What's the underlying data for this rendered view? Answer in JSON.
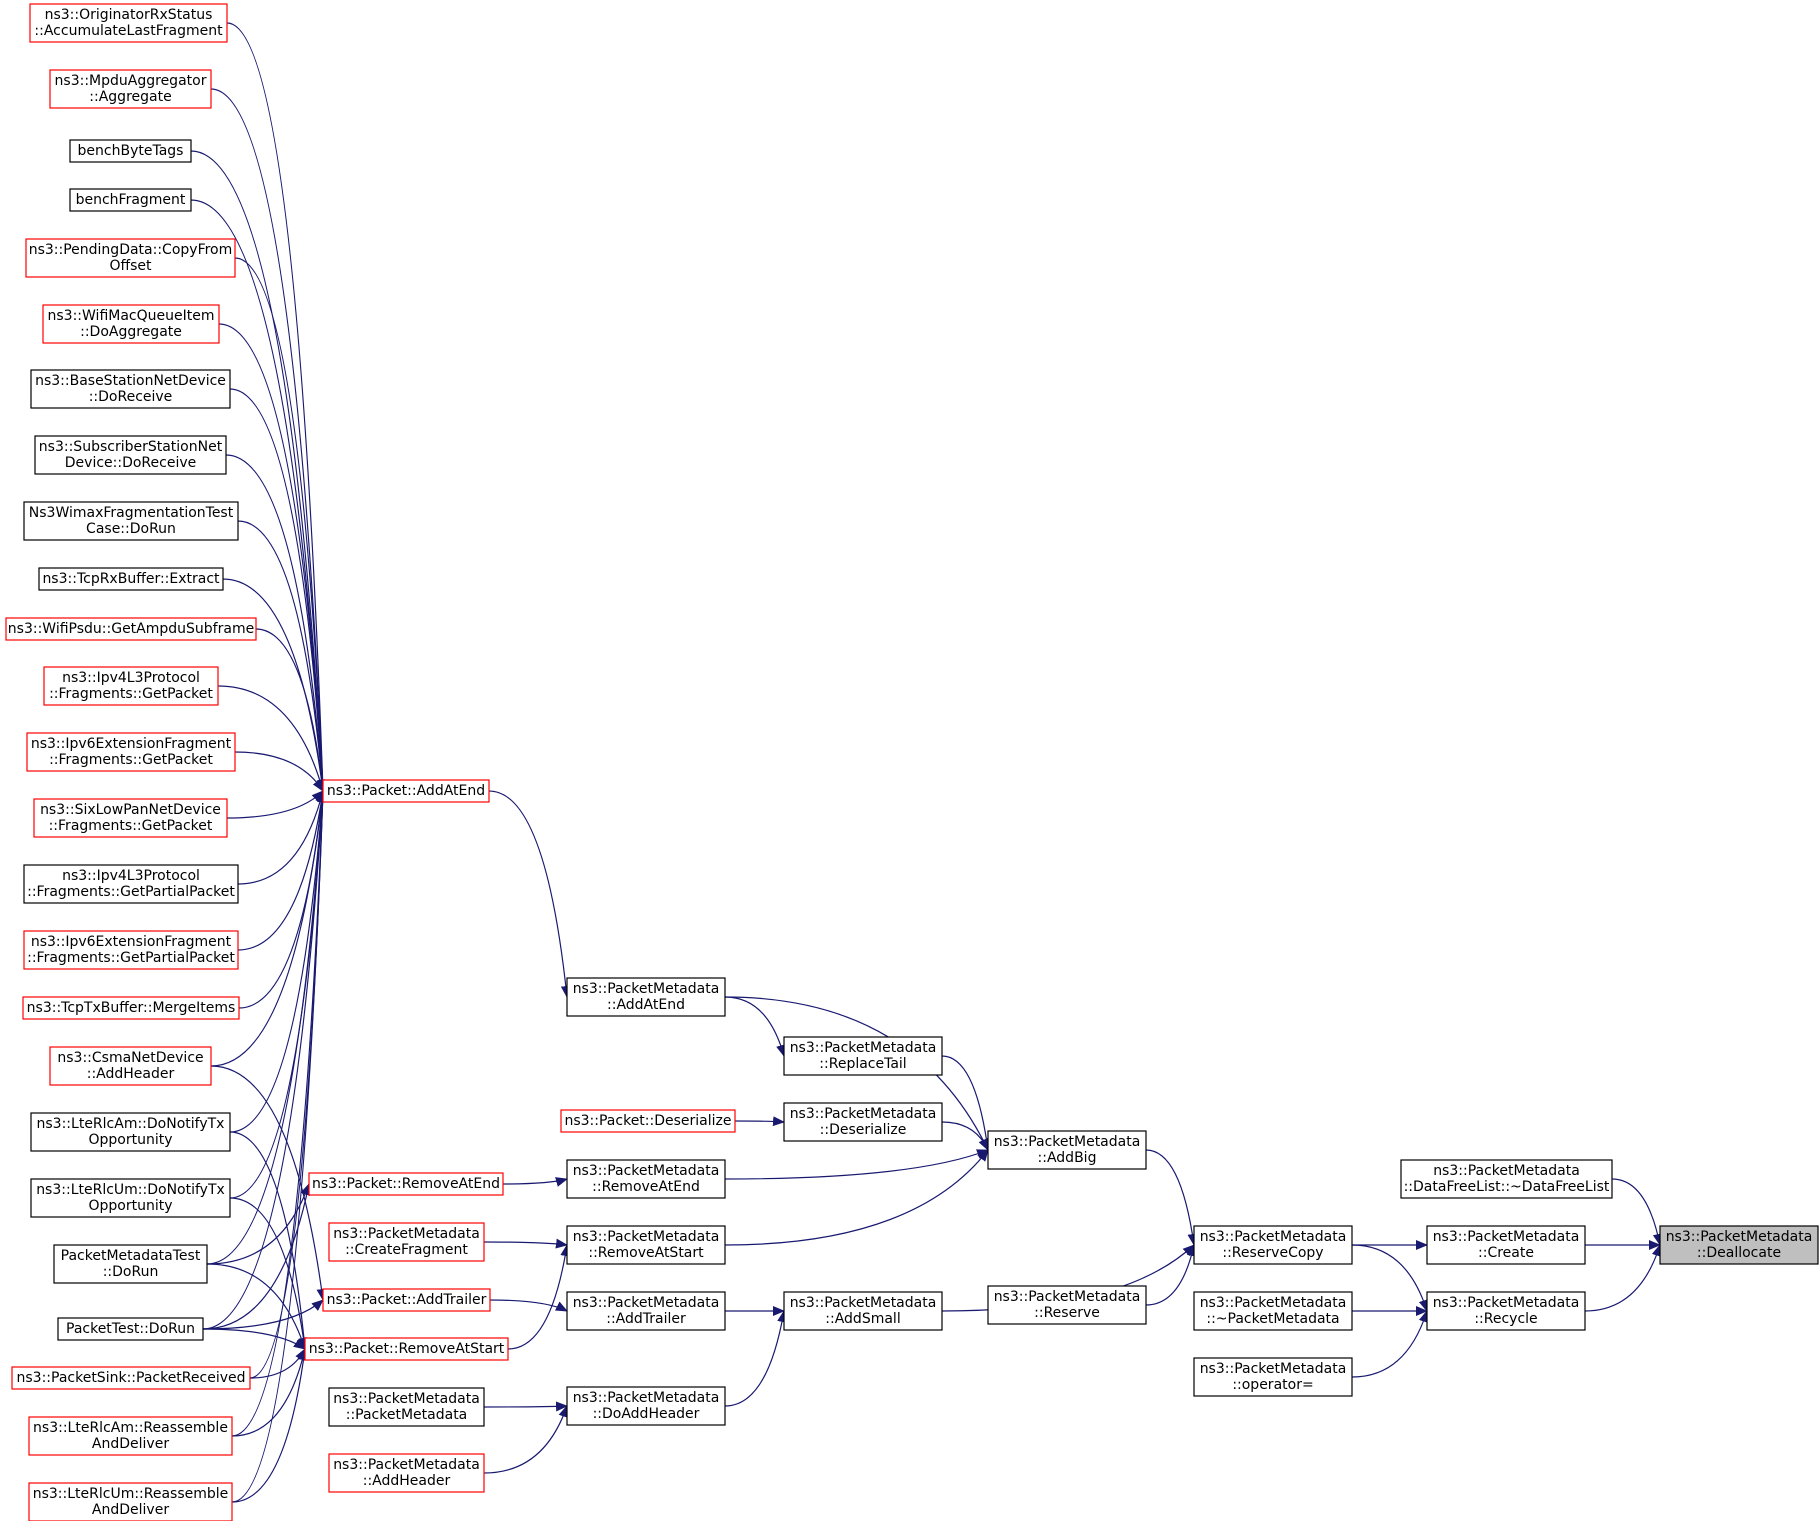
{
  "colors": {
    "edge": "#191970",
    "border_default": "#000000",
    "border_truncated": "#ff0000",
    "node_fill": "#ffffff",
    "focus_fill": "#bfbfbf"
  },
  "nodes": {
    "originator": {
      "lines": [
        "ns3::OriginatorRxStatus",
        "::AccumulateLastFragment"
      ],
      "style": "truncated"
    },
    "mpduagg": {
      "lines": [
        "ns3::MpduAggregator",
        "::Aggregate"
      ],
      "style": "truncated"
    },
    "benchbyte": {
      "lines": [
        "benchByteTags"
      ],
      "style": "normal"
    },
    "benchfrag": {
      "lines": [
        "benchFragment"
      ],
      "style": "normal"
    },
    "pendingdata": {
      "lines": [
        "ns3::PendingData::CopyFrom",
        "Offset"
      ],
      "style": "truncated"
    },
    "wifimacq": {
      "lines": [
        "ns3::WifiMacQueueItem",
        "::DoAggregate"
      ],
      "style": "truncated"
    },
    "basestation": {
      "lines": [
        "ns3::BaseStationNetDevice",
        "::DoReceive"
      ],
      "style": "normal"
    },
    "subscriber": {
      "lines": [
        "ns3::SubscriberStationNet",
        "Device::DoReceive"
      ],
      "style": "normal"
    },
    "wimaxfrag": {
      "lines": [
        "Ns3WimaxFragmentationTest",
        "Case::DoRun"
      ],
      "style": "normal"
    },
    "tcprx": {
      "lines": [
        "ns3::TcpRxBuffer::Extract"
      ],
      "style": "normal"
    },
    "wifipsdu": {
      "lines": [
        "ns3::WifiPsdu::GetAmpduSubframe"
      ],
      "style": "truncated"
    },
    "ipv4getpkt": {
      "lines": [
        "ns3::Ipv4L3Protocol",
        "::Fragments::GetPacket"
      ],
      "style": "truncated"
    },
    "ipv6getpkt": {
      "lines": [
        "ns3::Ipv6ExtensionFragment",
        "::Fragments::GetPacket"
      ],
      "style": "truncated"
    },
    "sixlowpan": {
      "lines": [
        "ns3::SixLowPanNetDevice",
        "::Fragments::GetPacket"
      ],
      "style": "truncated"
    },
    "ipv4partial": {
      "lines": [
        "ns3::Ipv4L3Protocol",
        "::Fragments::GetPartialPacket"
      ],
      "style": "normal"
    },
    "ipv6partial": {
      "lines": [
        "ns3::Ipv6ExtensionFragment",
        "::Fragments::GetPartialPacket"
      ],
      "style": "truncated"
    },
    "tcptx": {
      "lines": [
        "ns3::TcpTxBuffer::MergeItems"
      ],
      "style": "truncated"
    },
    "csma": {
      "lines": [
        "ns3::CsmaNetDevice",
        "::AddHeader"
      ],
      "style": "truncated"
    },
    "ltermam": {
      "lines": [
        "ns3::LteRlcAm::DoNotifyTx",
        "Opportunity"
      ],
      "style": "normal"
    },
    "ltermum": {
      "lines": [
        "ns3::LteRlcUm::DoNotifyTx",
        "Opportunity"
      ],
      "style": "normal"
    },
    "pmtest": {
      "lines": [
        "PacketMetadataTest",
        "::DoRun"
      ],
      "style": "normal"
    },
    "packettest": {
      "lines": [
        "PacketTest::DoRun"
      ],
      "style": "normal"
    },
    "packetsink": {
      "lines": [
        "ns3::PacketSink::PacketReceived"
      ],
      "style": "truncated"
    },
    "lteamreasm": {
      "lines": [
        "ns3::LteRlcAm::Reassemble",
        "AndDeliver"
      ],
      "style": "truncated"
    },
    "lteumreasm": {
      "lines": [
        "ns3::LteRlcUm::Reassemble",
        "AndDeliver"
      ],
      "style": "truncated"
    },
    "addatend": {
      "lines": [
        "ns3::Packet::AddAtEnd"
      ],
      "style": "truncated"
    },
    "removeatend": {
      "lines": [
        "ns3::Packet::RemoveAtEnd"
      ],
      "style": "truncated"
    },
    "createfrag": {
      "lines": [
        "ns3::PacketMetadata",
        "::CreateFragment"
      ],
      "style": "truncated"
    },
    "addtrailer": {
      "lines": [
        "ns3::Packet::AddTrailer"
      ],
      "style": "truncated"
    },
    "removeatstart": {
      "lines": [
        "ns3::Packet::RemoveAtStart"
      ],
      "style": "truncated"
    },
    "pmctor": {
      "lines": [
        "ns3::PacketMetadata",
        "::PacketMetadata"
      ],
      "style": "normal"
    },
    "pmaddheader": {
      "lines": [
        "ns3::PacketMetadata",
        "::AddHeader"
      ],
      "style": "truncated"
    },
    "deserialize": {
      "lines": [
        "ns3::Packet::Deserialize"
      ],
      "style": "truncated"
    },
    "pmaddatend": {
      "lines": [
        "ns3::PacketMetadata",
        "::AddAtEnd"
      ],
      "style": "normal"
    },
    "pmremoveatend": {
      "lines": [
        "ns3::PacketMetadata",
        "::RemoveAtEnd"
      ],
      "style": "normal"
    },
    "pmremoveatstart": {
      "lines": [
        "ns3::PacketMetadata",
        "::RemoveAtStart"
      ],
      "style": "normal"
    },
    "pmaddtrailer": {
      "lines": [
        "ns3::PacketMetadata",
        "::AddTrailer"
      ],
      "style": "normal"
    },
    "pmdoaddheader": {
      "lines": [
        "ns3::PacketMetadata",
        "::DoAddHeader"
      ],
      "style": "normal"
    },
    "pmreplacetail": {
      "lines": [
        "ns3::PacketMetadata",
        "::ReplaceTail"
      ],
      "style": "normal"
    },
    "pmdeserialize": {
      "lines": [
        "ns3::PacketMetadata",
        "::Deserialize"
      ],
      "style": "normal"
    },
    "pmaddsmall": {
      "lines": [
        "ns3::PacketMetadata",
        "::AddSmall"
      ],
      "style": "normal"
    },
    "pmaddbig": {
      "lines": [
        "ns3::PacketMetadata",
        "::AddBig"
      ],
      "style": "normal"
    },
    "pmreserve": {
      "lines": [
        "ns3::PacketMetadata",
        "::Reserve"
      ],
      "style": "normal"
    },
    "pmreservecopy": {
      "lines": [
        "ns3::PacketMetadata",
        "::ReserveCopy"
      ],
      "style": "normal"
    },
    "pmdtor": {
      "lines": [
        "ns3::PacketMetadata",
        "::~PacketMetadata"
      ],
      "style": "normal"
    },
    "pmoperator": {
      "lines": [
        "ns3::PacketMetadata",
        "::operator="
      ],
      "style": "normal"
    },
    "dflist": {
      "lines": [
        "ns3::PacketMetadata",
        "::DataFreeList::~DataFreeList"
      ],
      "style": "normal"
    },
    "pmcreate": {
      "lines": [
        "ns3::PacketMetadata",
        "::Create"
      ],
      "style": "normal"
    },
    "pmrecycle": {
      "lines": [
        "ns3::PacketMetadata",
        "::Recycle"
      ],
      "style": "normal"
    },
    "pmdeallocate": {
      "lines": [
        "ns3::PacketMetadata",
        "::Deallocate"
      ],
      "style": "focus"
    }
  },
  "edges": [
    [
      "originator",
      "addatend"
    ],
    [
      "mpduagg",
      "addatend"
    ],
    [
      "benchbyte",
      "addatend"
    ],
    [
      "benchfrag",
      "addatend"
    ],
    [
      "pendingdata",
      "addatend"
    ],
    [
      "wifimacq",
      "addatend"
    ],
    [
      "basestation",
      "addatend"
    ],
    [
      "subscriber",
      "addatend"
    ],
    [
      "wimaxfrag",
      "addatend"
    ],
    [
      "tcprx",
      "addatend"
    ],
    [
      "wifipsdu",
      "addatend"
    ],
    [
      "ipv4getpkt",
      "addatend"
    ],
    [
      "ipv6getpkt",
      "addatend"
    ],
    [
      "sixlowpan",
      "addatend"
    ],
    [
      "ipv4partial",
      "addatend"
    ],
    [
      "ipv6partial",
      "addatend"
    ],
    [
      "tcptx",
      "addatend"
    ],
    [
      "csma",
      "addatend"
    ],
    [
      "ltermam",
      "addatend"
    ],
    [
      "ltermum",
      "addatend"
    ],
    [
      "pmtest",
      "addatend"
    ],
    [
      "packettest",
      "addatend"
    ],
    [
      "packetsink",
      "addatend"
    ],
    [
      "lteamreasm",
      "addatend"
    ],
    [
      "lteumreasm",
      "addatend"
    ],
    [
      "pmtest",
      "removeatend"
    ],
    [
      "packettest",
      "removeatend"
    ],
    [
      "csma",
      "addtrailer"
    ],
    [
      "packettest",
      "addtrailer"
    ],
    [
      "ltermam",
      "removeatstart"
    ],
    [
      "ltermum",
      "removeatstart"
    ],
    [
      "pmtest",
      "removeatstart"
    ],
    [
      "packettest",
      "removeatstart"
    ],
    [
      "packetsink",
      "removeatstart"
    ],
    [
      "lteamreasm",
      "removeatstart"
    ],
    [
      "lteumreasm",
      "removeatstart"
    ],
    [
      "addatend",
      "pmaddatend"
    ],
    [
      "removeatend",
      "pmremoveatend"
    ],
    [
      "createfrag",
      "pmremoveatstart"
    ],
    [
      "removeatstart",
      "pmremoveatstart"
    ],
    [
      "addtrailer",
      "pmaddtrailer"
    ],
    [
      "pmctor",
      "pmdoaddheader"
    ],
    [
      "pmaddheader",
      "pmdoaddheader"
    ],
    [
      "deserialize",
      "pmdeserialize"
    ],
    [
      "pmaddatend",
      "pmreplacetail"
    ],
    [
      "pmaddatend",
      "pmaddbig"
    ],
    [
      "pmreplacetail",
      "pmaddbig"
    ],
    [
      "pmdeserialize",
      "pmaddbig"
    ],
    [
      "pmremoveatend",
      "pmaddbig"
    ],
    [
      "pmremoveatstart",
      "pmaddbig"
    ],
    [
      "pmaddtrailer",
      "pmaddsmall"
    ],
    [
      "pmdoaddheader",
      "pmaddsmall"
    ],
    [
      "pmaddbig",
      "pmreservecopy"
    ],
    [
      "pmaddsmall",
      "pmreservecopy"
    ],
    [
      "pmreserve",
      "pmreservecopy"
    ],
    [
      "pmreservecopy",
      "pmcreate"
    ],
    [
      "pmreservecopy",
      "pmrecycle"
    ],
    [
      "pmdtor",
      "pmrecycle"
    ],
    [
      "pmoperator",
      "pmrecycle"
    ],
    [
      "dflist",
      "pmdeallocate"
    ],
    [
      "pmcreate",
      "pmdeallocate"
    ],
    [
      "pmrecycle",
      "pmdeallocate"
    ]
  ]
}
